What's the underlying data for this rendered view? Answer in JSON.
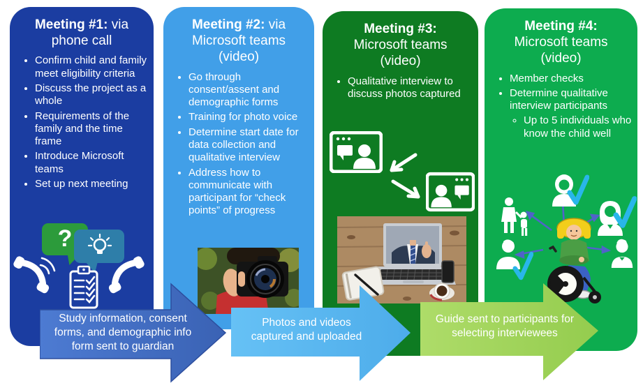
{
  "diagram_title": "Meeting process flow infographic",
  "panels": [
    {
      "id": "meeting-1",
      "title_bold": "Meeting #1:",
      "title_rest": " via phone call",
      "bg_color": "#1b3da1",
      "bullets": [
        "Confirm child and family meet eligibility criteria",
        "Discuss the project as a whole",
        "Requirements of the family and the time frame",
        "Introduce Microsoft teams",
        "Set up next meeting"
      ],
      "icon_glyphs": {
        "question": "?"
      },
      "icons": [
        "question-speech-bubble",
        "lightbulb-speech-bubble",
        "ringing-phone-icon",
        "checklist-clipboard-icon",
        "phone-handset-icon"
      ]
    },
    {
      "id": "meeting-2",
      "title_bold": "Meeting #2:",
      "title_rest": " via Microsoft teams (video)",
      "bg_color": "#419fe8",
      "bullets": [
        "Go through consent/assent and demographic forms",
        "Training for photo voice",
        "Determine start date for data collection and qualitative interview",
        "Address how to communicate with participant for “check points” of progress"
      ],
      "image_alt": "person in red sweater holding a DSLR camera"
    },
    {
      "id": "meeting-3",
      "title_bold": "Meeting #3:",
      "title_rest": " Microsoft teams (video)",
      "bg_color": "#0e7b22",
      "bullets": [
        "Qualitative interview to discuss photos captured"
      ],
      "icons": [
        "video-call-window-icon",
        "video-call-window-icon",
        "two-way-arrows-icon"
      ],
      "image_alt": "laptop video call on wooden desk with notebook, phone and coffee"
    },
    {
      "id": "meeting-4",
      "title_bold": "Meeting #4:",
      "title_rest": " Microsoft teams (video)",
      "bg_color": "#0dac4f",
      "bullets": [
        "Member checks",
        "Determine qualitative interview participants"
      ],
      "sub_bullets": [
        "Up to 5 individuals who know the child well"
      ],
      "icons": [
        "child-in-wheelchair-illustration",
        "woman-icon",
        "woman-icon",
        "man-icon",
        "boy-icon",
        "parent-and-child-icon",
        "checkmark-icon"
      ]
    }
  ],
  "arrows": [
    {
      "label": "Study information, consent forms, and demographic info form sent to guardian",
      "color": "#4472c4"
    },
    {
      "label": "Photos and videos captured and uploaded",
      "color": "#58baf2"
    },
    {
      "label": "Guide sent to participants for selecting interviewees",
      "color": "#a6d860"
    }
  ],
  "accent_colors": {
    "check": "#29b6ea",
    "relation_arrows": "#5063c9",
    "bubble_green": "#2c9b3b",
    "bubble_teal": "#2e7ea9"
  }
}
